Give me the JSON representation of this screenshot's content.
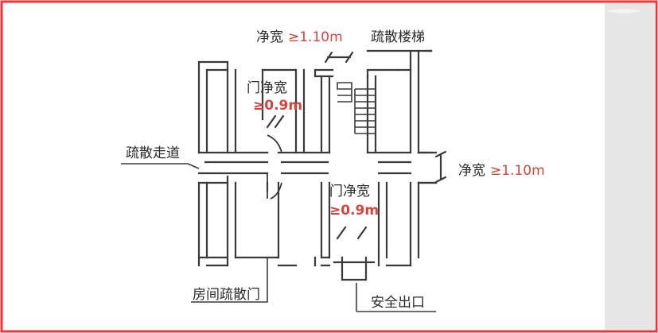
{
  "colors": {
    "frame": "#e8373a",
    "wall": "#3a3a3a",
    "text": "#2b2b2b",
    "accent_red": "#d6453d"
  },
  "labels": {
    "stair_width_prefix": "净宽",
    "stair_width_value": "≥1.10m",
    "evacuation_stairs": "疏散楼梯",
    "door_width_1_title": "门净宽",
    "door_width_1_value": "≥0.9m",
    "evacuation_corridor": "疏散走道",
    "corridor_width_prefix": "净宽",
    "corridor_width_value": "≥1.10m",
    "door_width_2_title": "门净宽",
    "door_width_2_value": "≥0.9m",
    "room_evacuation_door": "房间疏散门",
    "safety_exit": "安全出口"
  }
}
